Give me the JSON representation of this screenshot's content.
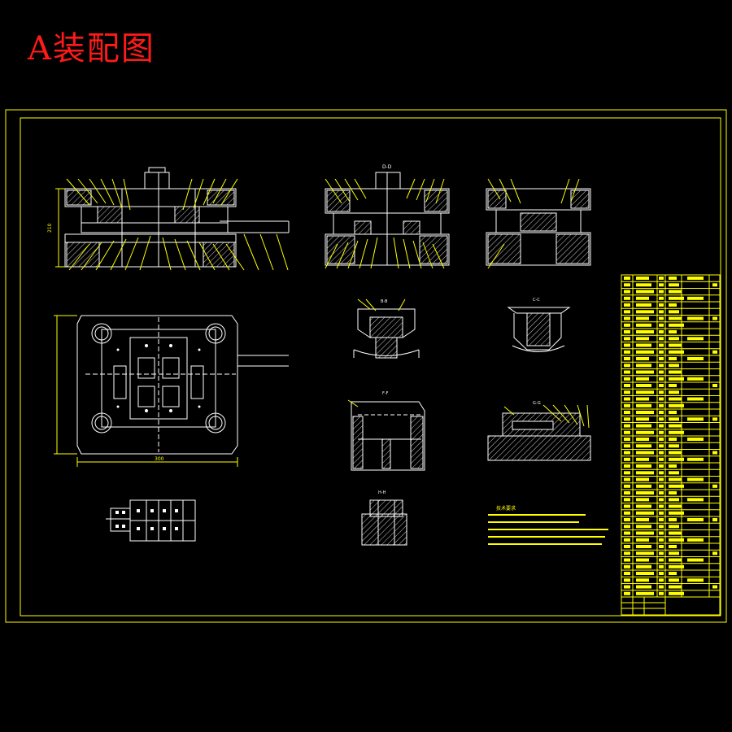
{
  "title": "A装配图",
  "section_labels": {
    "d_d": "D-D",
    "b_b": "B-B",
    "c_c": "C-C",
    "f_f": "F-F",
    "g_g": "G-G",
    "h_h": "H-H"
  },
  "dimensions": {
    "plan_width": "300",
    "front_height": "210"
  },
  "tech_notes_heading": "技术要求",
  "colors": {
    "background": "#000000",
    "title": "#ff1a1a",
    "frame": "#ffff00",
    "geometry": "#ffffff"
  }
}
